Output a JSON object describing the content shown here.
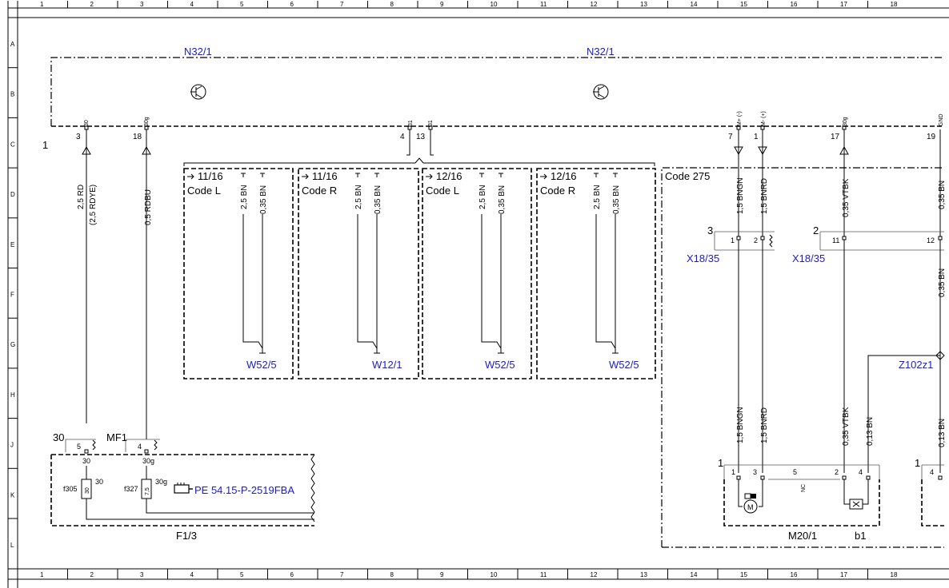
{
  "grid": {
    "columns": [
      "1",
      "2",
      "3",
      "4",
      "5",
      "6",
      "7",
      "8",
      "9",
      "10",
      "11",
      "12",
      "13",
      "14",
      "15",
      "16",
      "17",
      "18"
    ],
    "rows": [
      "A",
      "B",
      "C",
      "D",
      "E",
      "F",
      "G",
      "H",
      "J",
      "K",
      "L"
    ]
  },
  "modules": {
    "n32_left": "N32/1",
    "n32_right": "N32/1",
    "f1": "F1/3",
    "mf1": "MF1",
    "mf1_num": "30",
    "m20": "M20/1",
    "b1": "b1",
    "z102": "Z102z1",
    "code275": "Code 275",
    "n32_conn": "1",
    "m20_left": "1",
    "m20_right": "1"
  },
  "n32_pins": {
    "p30": {
      "num": "3",
      "label": "30"
    },
    "p30g": {
      "num": "18",
      "label": "30g"
    },
    "p31a": {
      "num": "4",
      "label": "31"
    },
    "p31b": {
      "num": "13",
      "label": "31"
    },
    "pm1": {
      "num": "7",
      "label": "M+ (-)"
    },
    "pm2": {
      "num": "1",
      "label": "M- (+)"
    },
    "p30g2": {
      "num": "17",
      "label": "30g"
    },
    "pgnd": {
      "num": "19",
      "label": "GND"
    }
  },
  "wires": {
    "w1": "2,5 RD",
    "w1b": "(2,5 RDYE)",
    "w2": "0,5 RDBU",
    "bngn": "1,5 BNGN",
    "bnrd": "1,5 BNRD",
    "vtbk": "0,35 VTBK",
    "bn035": "0,35 BN",
    "bn013": "0,13 BN"
  },
  "code_boxes": [
    {
      "ref": "11/16",
      "code": "Code L",
      "w1": "2,5 BN",
      "w2": "0,35 BN",
      "ground": "W52/5"
    },
    {
      "ref": "11/16",
      "code": "Code R",
      "w1": "2,5 BN",
      "w2": "0,35 BN",
      "ground": "W12/1"
    },
    {
      "ref": "12/16",
      "code": "Code L",
      "w1": "2,5 BN",
      "w2": "0,35 BN",
      "ground": "W52/5"
    },
    {
      "ref": "12/16",
      "code": "Code R",
      "w1": "2,5 BN",
      "w2": "0,35 BN",
      "ground": "W52/5"
    }
  ],
  "connector_x18": [
    {
      "label": "X18/35",
      "num": "3",
      "pin_a": "1",
      "pin_b": "2"
    },
    {
      "label": "X18/35",
      "num": "2",
      "pin_a": "11",
      "pin_b": "12"
    }
  ],
  "fuse_box": {
    "pin_5": "5",
    "pin_4": "4",
    "lbl_30a": "30",
    "lbl_30g": "30g",
    "f305": "f305",
    "f305_val": "30",
    "f305_side": "30",
    "f327": "f327",
    "f327_val": "7,5",
    "f327_side": "30g",
    "reference": "PE 54.15-P-2519FBA"
  },
  "motor_pins": {
    "p1": "1",
    "p3": "3",
    "p5": "5",
    "p2": "2",
    "p4": "4",
    "nc": "NC",
    "m": "M",
    "right4": "4"
  },
  "colors": {
    "reference_text": "#1a1adc",
    "line": "#000000",
    "border": "#000000"
  }
}
